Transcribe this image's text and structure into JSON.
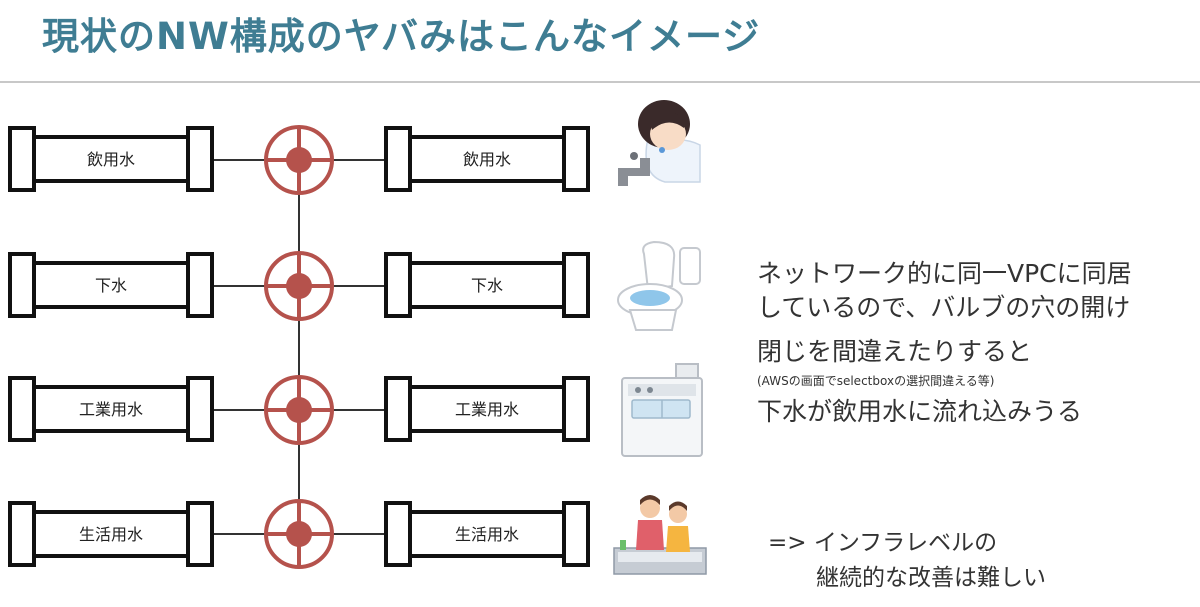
{
  "title": "現状のNW構成のヤバみはこんなイメージ",
  "rows": [
    {
      "left_label": "飲用水",
      "right_label": "飲用水",
      "icon": "person-drinking-icon"
    },
    {
      "left_label": "下水",
      "right_label": "下水",
      "icon": "toilet-icon"
    },
    {
      "left_label": "工業用水",
      "right_label": "工業用水",
      "icon": "washing-machine-icon"
    },
    {
      "left_label": "生活用水",
      "right_label": "生活用水",
      "icon": "kids-washing-hands-icon"
    }
  ],
  "colors": {
    "title": "#3f7d93",
    "valve": "#b5524c",
    "pipe": "#111111",
    "line": "#333333"
  },
  "description": {
    "line1": "ネットワーク的に同一VPCに同居",
    "line2": "しているので、バルブの穴の開け",
    "line3": "閉じを間違えたりすると",
    "note": "(AWSの画面でselectboxの選択間違える等)",
    "line4": "下水が飲用水に流れ込みうる"
  },
  "conclusion": {
    "line1": "=> インフラレベルの",
    "line2": "継続的な改善は難しい"
  }
}
